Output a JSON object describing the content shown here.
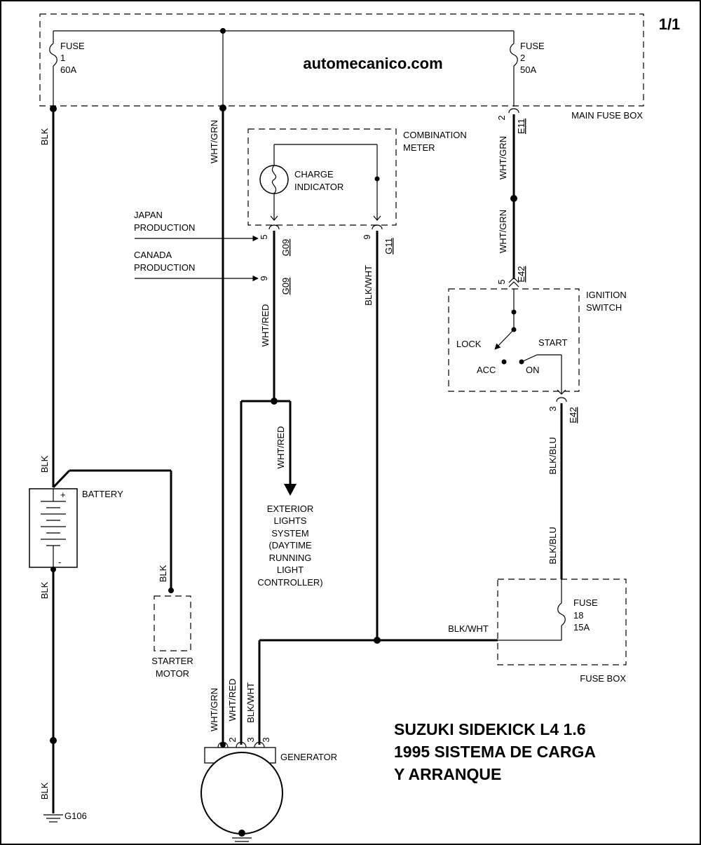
{
  "page": {
    "number": "1/1",
    "watermark": "automecanico.com"
  },
  "title": {
    "line1": "SUZUKI SIDEKICK L4 1.6",
    "line2": "1995 SISTEMA DE CARGA",
    "line3": "Y ARRANQUE"
  },
  "main_fuse_box": {
    "label": "MAIN FUSE BOX",
    "fuse1": {
      "word": "FUSE",
      "number": "1",
      "rating": "60A"
    },
    "fuse2": {
      "word": "FUSE",
      "number": "2",
      "rating": "50A"
    }
  },
  "combination_meter": {
    "line1": "COMBINATION",
    "line2": "METER",
    "indicator_line1": "CHARGE",
    "indicator_line2": "INDICATOR"
  },
  "production": {
    "japan_line1": "JAPAN",
    "japan_line2": "PRODUCTION",
    "canada_line1": "CANADA",
    "canada_line2": "PRODUCTION"
  },
  "ignition_switch": {
    "line1": "IGNITION",
    "line2": "SWITCH",
    "lock": "LOCK",
    "acc": "ACC",
    "on": "ON",
    "start": "START"
  },
  "fuse_box": {
    "label": "FUSE BOX",
    "fuse_word": "FUSE",
    "fuse_number": "18",
    "fuse_rating": "15A"
  },
  "battery": {
    "label": "BATTERY",
    "plus": "+",
    "minus": "-"
  },
  "starter_motor": {
    "line1": "STARTER",
    "line2": "MOTOR"
  },
  "generator": {
    "label": "GENERATOR",
    "pins": [
      "2",
      "3",
      "3"
    ]
  },
  "ground": {
    "label": "G106"
  },
  "exterior_lights": {
    "lines": [
      "EXTERIOR",
      "LIGHTS",
      "SYSTEM",
      "(DAYTIME",
      "RUNNING",
      "LIGHT",
      "CONTROLLER)"
    ]
  },
  "connectors": {
    "e11": {
      "pin": "2",
      "name": "E11"
    },
    "e42_top": {
      "pin": "5",
      "name": "E42"
    },
    "e42_bottom": {
      "pin": "3",
      "name": "E42"
    },
    "g09_japan": {
      "pin": "5",
      "name": "G09"
    },
    "g09_canada": {
      "pin": "9",
      "name": "G09"
    },
    "g11": {
      "pin": "9",
      "name": "G11"
    }
  },
  "wire_colors": {
    "blk_fuse1": "BLK",
    "wht_grn_main": "WHT/GRN",
    "wht_grn_e11_upper": "WHT/GRN",
    "wht_grn_e11_lower": "WHT/GRN",
    "blk_wht_g11": "BLK/WHT",
    "wht_red_g09": "WHT/RED",
    "wht_red_ext": "WHT/RED",
    "blk_batt_top": "BLK",
    "blk_batt_bottom": "BLK",
    "blk_starter": "BLK",
    "blk_blu_upper": "BLK/BLU",
    "blk_blu_lower": "BLK/BLU",
    "blk_wht_fuse18": "BLK/WHT",
    "gen_wht_grn": "WHT/GRN",
    "gen_wht_red": "WHT/RED",
    "gen_blk_wht": "BLK/WHT",
    "blk_ground": "BLK"
  }
}
